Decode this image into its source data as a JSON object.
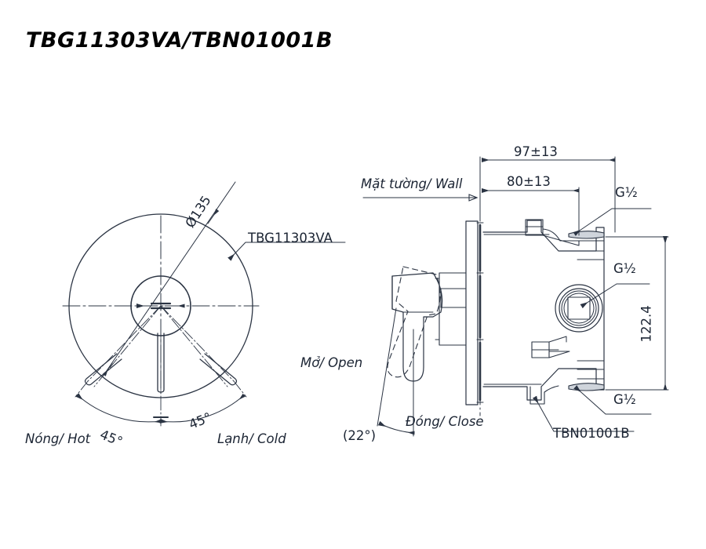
{
  "document": {
    "title": "TBG11303VA/TBN01001B",
    "type": "technical-drawing",
    "subject": "TOTO concealed shower mixer valve dimensional drawing"
  },
  "views": {
    "front": {
      "name": "front-view",
      "part_label": "TBG11303VA",
      "diameter_label": "Ø135",
      "angle_left": "45°",
      "angle_right": "45°",
      "label_hot": "Nóng/ Hot",
      "label_cold": "Lạnh/ Cold"
    },
    "side": {
      "name": "side-view",
      "wall_label": "Mặt tường/ Wall",
      "dim_outer": "97±13",
      "dim_inner": "80±13",
      "dim_height": "122.4",
      "thread_top": "G½",
      "thread_mid": "G½",
      "thread_bottom": "G½",
      "part_label": "TBN01001B",
      "label_open": "Mở/ Open",
      "label_close": "Đóng/ Close",
      "lever_angle": "(22°)"
    }
  },
  "colors": {
    "line": "#2b3443",
    "text": "#1b2433",
    "title": "#000000",
    "background": "#ffffff"
  }
}
